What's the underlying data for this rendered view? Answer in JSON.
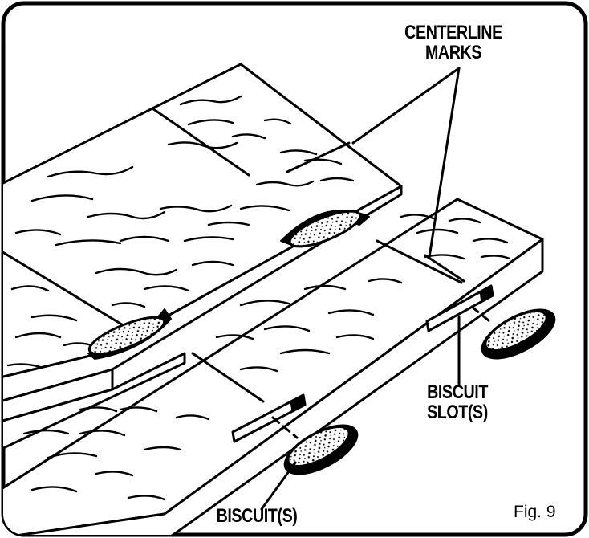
{
  "labels": {
    "centerline_line1": "CENTERLINE",
    "centerline_line2": "MARKS",
    "slot_line1": "BISCUIT",
    "slot_line2": "SLOT(S)",
    "biscuit": "BISCUIT(S)",
    "figure": "Fig. 9"
  },
  "colors": {
    "ink": "#000000",
    "paper": "#ffffff"
  }
}
